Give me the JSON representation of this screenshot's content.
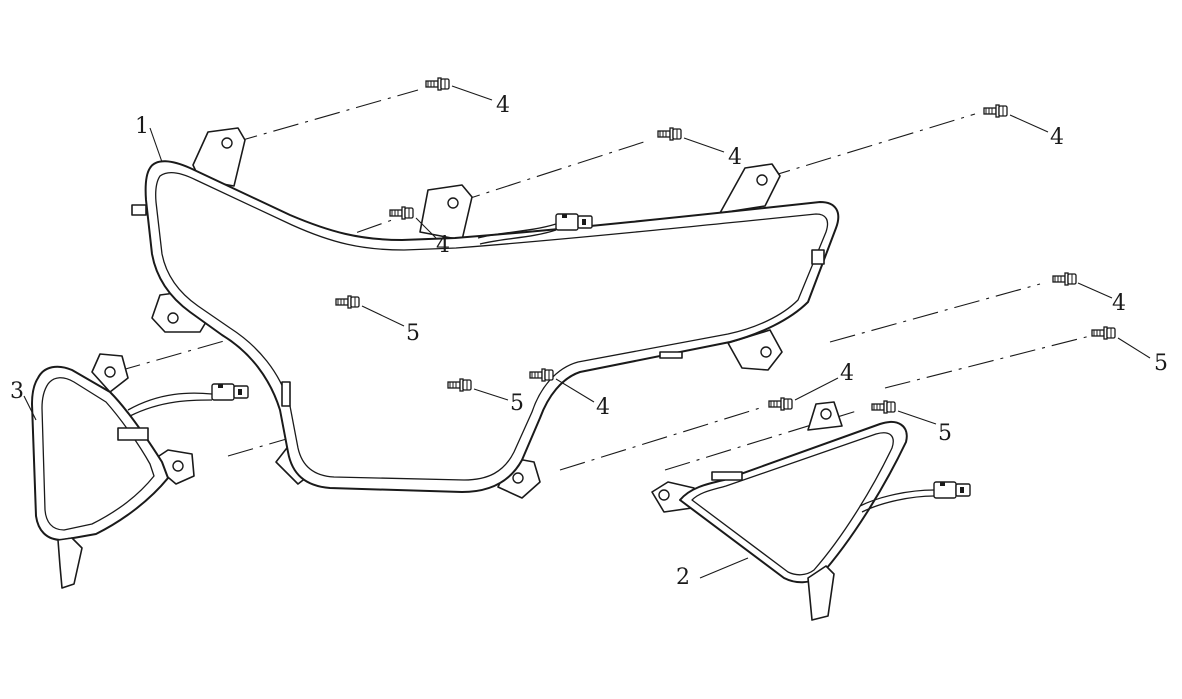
{
  "callouts": [
    {
      "id": "c1",
      "label": "1"
    },
    {
      "id": "c2",
      "label": "2"
    },
    {
      "id": "c3",
      "label": "3"
    },
    {
      "id": "c4a",
      "label": "4"
    },
    {
      "id": "c4b",
      "label": "4"
    },
    {
      "id": "c4c",
      "label": "4"
    },
    {
      "id": "c4d",
      "label": "4"
    },
    {
      "id": "c4e",
      "label": "4"
    },
    {
      "id": "c4f",
      "label": "4"
    },
    {
      "id": "c4g",
      "label": "4"
    },
    {
      "id": "c5a",
      "label": "5"
    },
    {
      "id": "c5b",
      "label": "5"
    },
    {
      "id": "c5c",
      "label": "5"
    },
    {
      "id": "c5d",
      "label": "5"
    }
  ],
  "colors": {
    "line": "#1a1a1a",
    "background": "#ffffff"
  }
}
